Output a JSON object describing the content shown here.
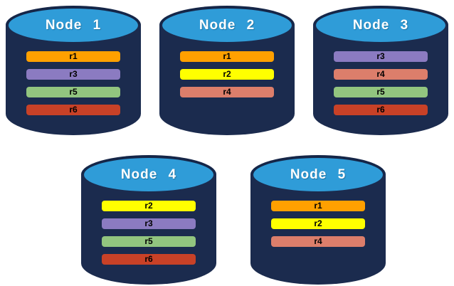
{
  "diagram": {
    "type": "database-replica-distribution",
    "colors": {
      "cylinder_body": "#1B2B4E",
      "cylinder_rim": "#152648",
      "cylinder_top": "#2F9CD8",
      "background": "#FFFFFF",
      "node_label_text": "#FFFFFF",
      "replica_label_text": "#000000"
    },
    "replica_colors": {
      "r1": "#FFA000",
      "r2": "#FFFF00",
      "r3": "#8B7BC1",
      "r4": "#DC7E6B",
      "r5": "#92C57F",
      "r6": "#C84127"
    },
    "nodes": [
      {
        "label": "Node 1",
        "replicas": [
          "r1",
          "r3",
          "r5",
          "r6"
        ]
      },
      {
        "label": "Node 2",
        "replicas": [
          "r1",
          "r2",
          "r4"
        ]
      },
      {
        "label": "Node 3",
        "replicas": [
          "r3",
          "r4",
          "r5",
          "r6"
        ]
      },
      {
        "label": "Node 4",
        "replicas": [
          "r2",
          "r3",
          "r5",
          "r6"
        ]
      },
      {
        "label": "Node 5",
        "replicas": [
          "r1",
          "r2",
          "r4"
        ]
      }
    ],
    "rows": [
      {
        "node_indexes": [
          0,
          1,
          2
        ]
      },
      {
        "node_indexes": [
          3,
          4
        ]
      }
    ]
  }
}
